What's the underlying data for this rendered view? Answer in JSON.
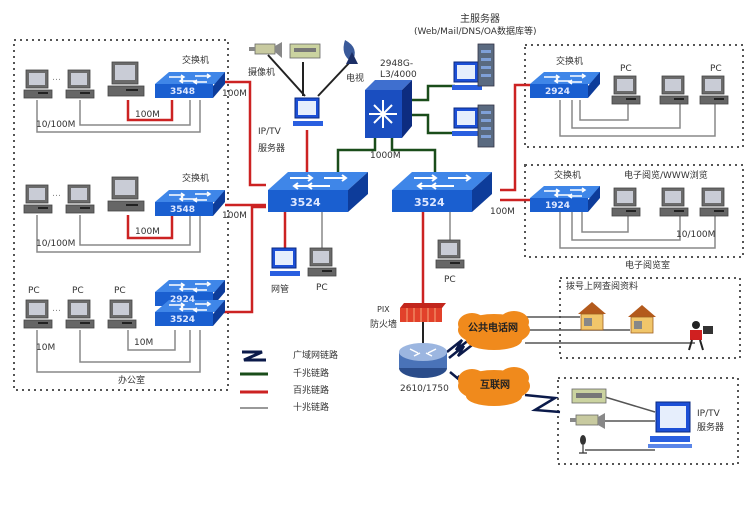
{
  "colors": {
    "wan_link": "#0b1a4a",
    "gigabit_link": "#1a4d1a",
    "fast_link": "#cc2222",
    "ten_link": "#888888",
    "switch_blue": "#1a5fd0",
    "cloud_orange": "#f08a1c",
    "firewall_red": "#e2412a"
  },
  "main_server": {
    "title": "主服务器",
    "subtitle": "(Web/Mail/DNS/OA数据库等)"
  },
  "core_switch": {
    "label": "2948G-L3/4000",
    "line1": "2948G-",
    "line2": "L3/4000",
    "link_label": "1000M"
  },
  "iptv_top": {
    "camera_label": "摄像机",
    "tv_label": "电视",
    "server_label_1": "IP/TV",
    "server_label_2": "服务器"
  },
  "office": {
    "group1": {
      "switch_caption": "交换机",
      "switch_model": "3548",
      "inner_link": "100M",
      "pc_link": "10/100M",
      "uplink": "100M"
    },
    "group2": {
      "switch_caption": "交换机",
      "switch_model": "3548",
      "inner_link": "100M",
      "pc_link": "10/100M",
      "uplink": "100M"
    },
    "group3": {
      "pc_labels": [
        "PC",
        "PC",
        "PC"
      ],
      "switch_top": "2924",
      "switch_bottom": "3524",
      "inner_link": "10M",
      "pc_link": "10M"
    },
    "caption": "办公室"
  },
  "dist_left": {
    "model": "3524",
    "netmgmt_label": "网管",
    "pc_label": "PC"
  },
  "dist_right": {
    "model": "3524",
    "pc_label": "PC",
    "uplink_label": "100M"
  },
  "right_top": {
    "switch_caption": "交换机",
    "switch_model": "2924",
    "pc_labels": [
      "PC",
      "PC"
    ]
  },
  "reading_room": {
    "switch_caption": "交换机",
    "switch_model": "1924",
    "title": "电子阅览/WWW浏览",
    "pc_link": "10/100M",
    "caption": "电子阅览室"
  },
  "firewall": {
    "line1": "PIX",
    "line2": "防火墙"
  },
  "router": {
    "model": "2610/1750"
  },
  "clouds": {
    "pstn": "公共电话网",
    "internet": "互联网"
  },
  "dialup": {
    "title": "拨号上网查阅资料"
  },
  "iptv_remote": {
    "label_1": "IP/TV",
    "label_2": "服务器"
  },
  "legend": {
    "items": [
      {
        "label": "广域网链路",
        "type": "wan"
      },
      {
        "label": "千兆链路",
        "type": "gigabit"
      },
      {
        "label": "百兆链路",
        "type": "fast"
      },
      {
        "label": "十兆链路",
        "type": "ten"
      }
    ]
  }
}
